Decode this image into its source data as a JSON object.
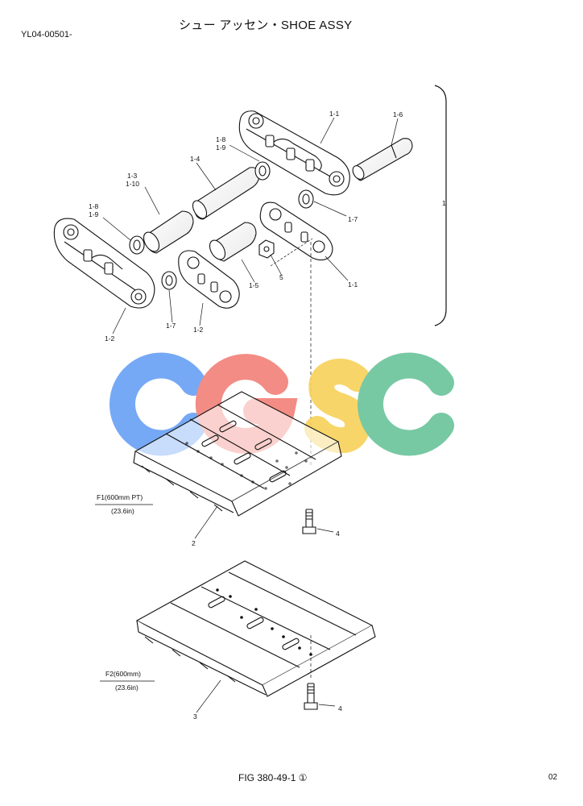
{
  "header": {
    "code": "YL04-00501-",
    "title": "シュー アッセン・SHOE ASSY"
  },
  "callouts": {
    "c1_1_top": "1-1",
    "c1_6": "1-6",
    "c1_8_top": "1-8",
    "c1_9_top": "1-9",
    "c1_4": "1-4",
    "c1_3": "1-3",
    "c1_10": "1-10",
    "c1_8_left": "1-8",
    "c1_9_left": "1-9",
    "c1_7_right": "1-7",
    "c1": "1",
    "c5": "5",
    "c1_5": "1-5",
    "c1_1_bottom": "1-1",
    "c1_7_left": "1-7",
    "c1_2_mid": "1-2",
    "c1_2_left": "1-2",
    "c2": "2",
    "c4_top": "4",
    "c3": "3",
    "c4_bottom": "4"
  },
  "specs": {
    "f1_name": "F1(600mm PT)",
    "f1_size": "(23.6in)",
    "f2_name": "F2(600mm)",
    "f2_size": "(23.6in)"
  },
  "watermark": {
    "letters": [
      "C",
      "G",
      "S",
      "C"
    ],
    "colors": [
      "#6aa2f5",
      "#f2837a",
      "#f8d25c",
      "#6cc59c"
    ]
  },
  "footer": {
    "figure": "FIG 380-49-1 ①",
    "page": "02"
  }
}
